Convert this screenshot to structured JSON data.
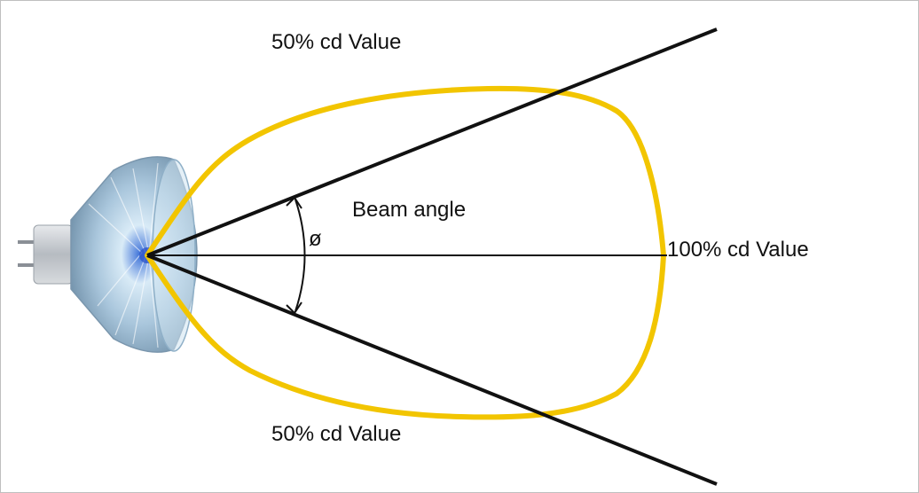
{
  "labels": {
    "top_half": "50% cd Value",
    "bottom_half": "50% cd Value",
    "peak": "100% cd Value",
    "beam_angle": "Beam angle",
    "angle_symbol": "ø"
  },
  "colors": {
    "beam_outline": "#f2c500",
    "lines": "#111111",
    "bulb_glass": "#b7d3e6",
    "bulb_base": "#c9ccd0"
  }
}
